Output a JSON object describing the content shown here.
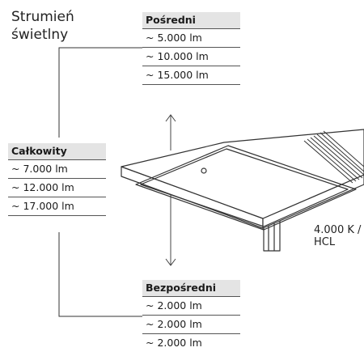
{
  "title": {
    "line1": "Strumień",
    "line2": "świetlny"
  },
  "tables": {
    "posredni": {
      "header": "Pośredni",
      "rows": [
        "~ 5.000 lm",
        "~ 10.000 lm",
        "~ 15.000 lm"
      ]
    },
    "calkowity": {
      "header": "Całkowity",
      "rows": [
        "~ 7.000 lm",
        "~ 12.000 lm",
        "~ 17.000 lm"
      ]
    },
    "bezposredni": {
      "header": "Bezpośredni",
      "rows": [
        "~ 2.000 lm",
        "~ 2.000 lm",
        "~ 2.000 lm"
      ]
    }
  },
  "cct": {
    "line1": "4.000 K /",
    "line2": "HCL"
  }
}
